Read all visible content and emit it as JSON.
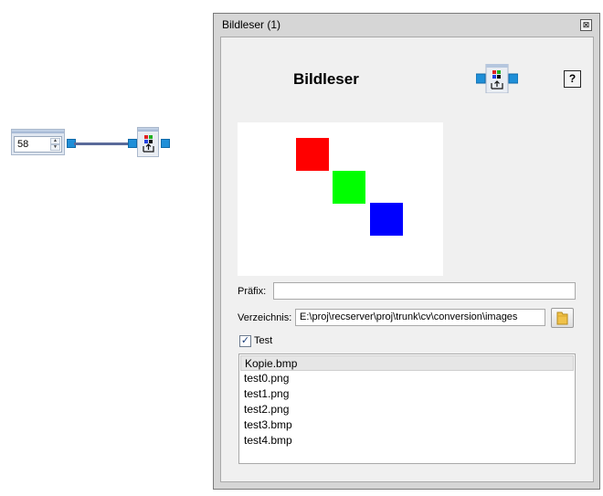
{
  "canvas": {
    "spin_value": "58",
    "spin_up_glyph": "▲",
    "spin_down_glyph": "▼",
    "port_color": "#1f8fd8",
    "node_icon": "image-reader-icon"
  },
  "dialog": {
    "title": "Bildleser (1)",
    "close_glyph": "⊠",
    "heading": "Bildleser",
    "help_label": "?",
    "preview": {
      "colors": [
        "#ff0000",
        "#00ff00",
        "#0000ff"
      ]
    },
    "prefix": {
      "label": "Präfix:",
      "value": ""
    },
    "directory": {
      "label": "Verzeichnis:",
      "value": "E:\\proj\\recserver\\proj\\trunk\\cv\\conversion\\images"
    },
    "test": {
      "label": "Test",
      "checked": true,
      "check_glyph": "✓"
    },
    "files": [
      "Kopie.bmp",
      "test0.png",
      "test1.png",
      "test2.png",
      "test3.bmp",
      "test4.bmp"
    ],
    "selected_file": "Kopie.bmp"
  }
}
